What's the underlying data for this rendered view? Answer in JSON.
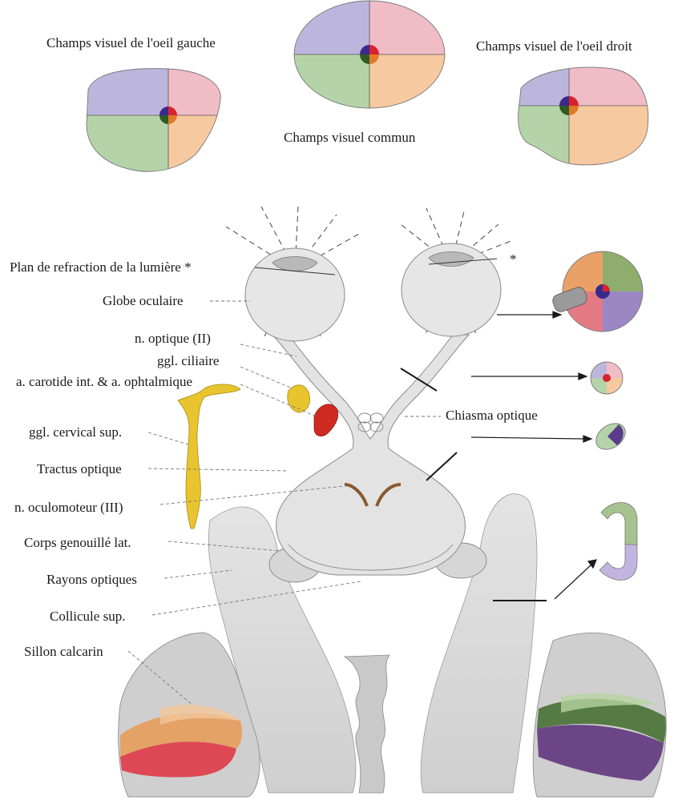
{
  "fields": {
    "left_title": "Champs visuel de l'oeil gauche",
    "common_title": "Champs visuel commun",
    "right_title": "Champs visuel de l'oeil droit"
  },
  "labels": {
    "refraction": "Plan de refraction de la lumière *",
    "globe": "Globe oculaire",
    "optic_nerve": "n. optique (II)",
    "ciliary": "ggl. ciliaire",
    "carotid": "a. carotide int. & a. ophtalmique",
    "cervical": "ggl. cervical sup.",
    "tract": "Tractus optique",
    "oculomotor": "n. oculomoteur (III)",
    "geniculate": "Corps genouillé lat.",
    "radiations": "Rayons optiques",
    "colliculus": "Collicule sup.",
    "calcarine": "Sillon calcarin",
    "chiasma": "Chiasma optique",
    "asterisk": "*"
  },
  "colors": {
    "upper_left": "#bdb6dc",
    "upper_right": "#f0bcc6",
    "lower_left": "#b5d3a8",
    "lower_right": "#f7c9a0",
    "center_red": "#d8222e",
    "center_blue": "#3a2a8c",
    "center_green": "#2f5a22",
    "ganglion_yellow": "#e8c42e",
    "artery_red": "#cf2a22",
    "brain_gray": "#d7d7d7"
  }
}
